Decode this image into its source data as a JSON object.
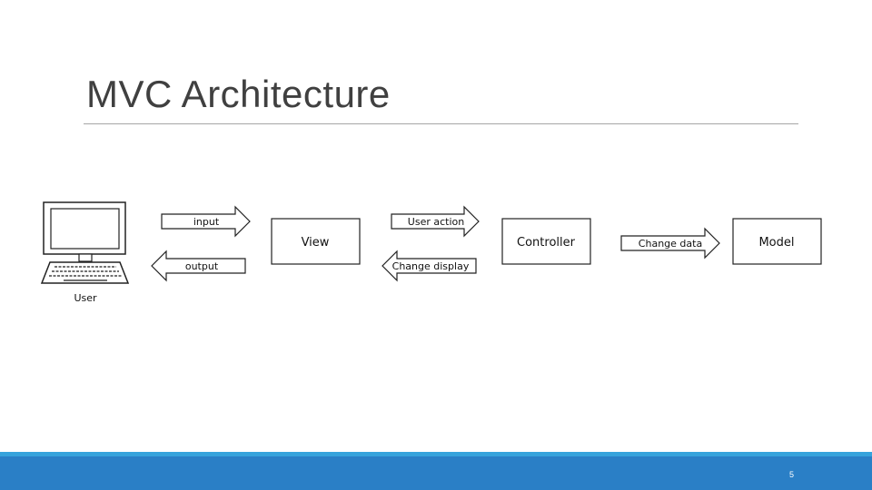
{
  "slide": {
    "title": "MVC Architecture",
    "page_number": "5"
  },
  "diagram": {
    "user_label": "User",
    "input_label": "input",
    "output_label": "output",
    "view_label": "View",
    "user_action_label": "User action",
    "change_display_label": "Change display",
    "controller_label": "Controller",
    "change_data_label": "Change data",
    "model_label": "Model"
  }
}
